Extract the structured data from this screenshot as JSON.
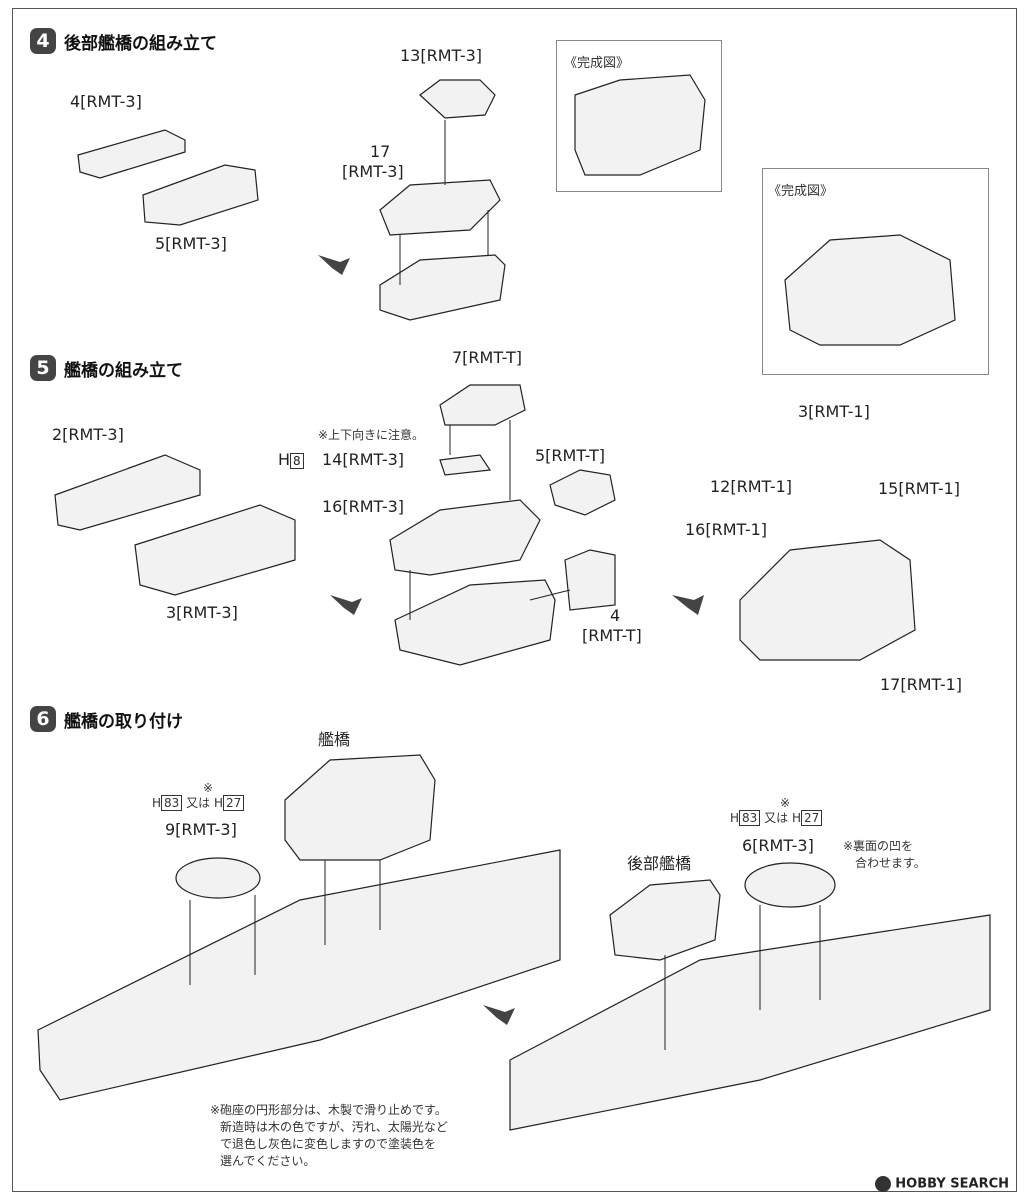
{
  "steps": [
    {
      "num": "4",
      "title": "後部艦橋の組み立て"
    },
    {
      "num": "5",
      "title": "艦橋の組み立て"
    },
    {
      "num": "6",
      "title": "艦橋の取り付け"
    }
  ],
  "step4": {
    "part4": "4[RMT-3]",
    "part5": "5[RMT-3]",
    "part13": "13[RMT-3]",
    "part17a": "17",
    "part17b": "[RMT-3]",
    "complete1": "《完成図》",
    "complete2": "《完成図》"
  },
  "step5": {
    "part2": "2[RMT-3]",
    "part3": "3[RMT-3]",
    "part7": "7[RMT-T]",
    "note": "※上下向きに注意。",
    "h8_prefix": "H",
    "h8_box": "8",
    "part14": "14[RMT-3]",
    "part5": "5[RMT-T]",
    "part16": "16[RMT-3]",
    "part4a": "4",
    "part4b": "[RMT-T]",
    "part3r": "3[RMT-1]",
    "part12": "12[RMT-1]",
    "part15": "15[RMT-1]",
    "part16r": "16[RMT-1]",
    "part17": "17[RMT-1]"
  },
  "step6": {
    "bridge": "艦橋",
    "aft_bridge": "後部艦橋",
    "hleft": {
      "h1": "83",
      "mid": "又は",
      "h2": "27",
      "mark": "※"
    },
    "hright": {
      "h1": "83",
      "mid": "又は",
      "h2": "27",
      "mark": "※"
    },
    "part9": "9[RMT-3]",
    "part6": "6[RMT-3]",
    "back_note1": "※裏面の凹を",
    "back_note2": "合わせます。",
    "wood_note": [
      "※砲座の円形部分は、木製で滑り止めです。",
      "新造時は木の色ですが、汚れ、太陽光など",
      "で退色し灰色に変色しますので塗装色を",
      "選んでください。"
    ]
  },
  "watermark": "HOBBY SEARCH"
}
